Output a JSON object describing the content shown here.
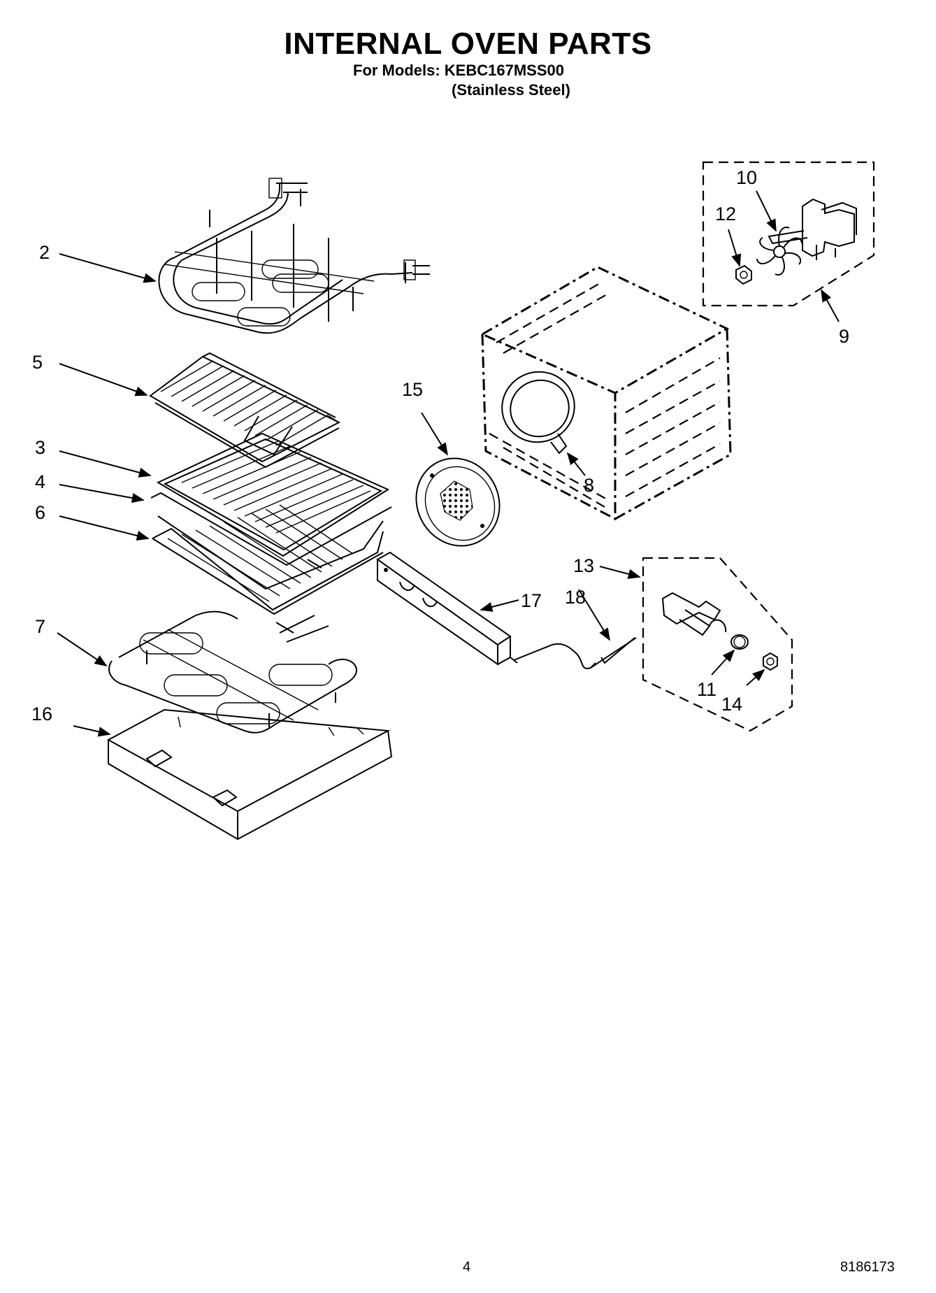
{
  "header": {
    "title": "INTERNAL OVEN PARTS",
    "models_line": "For Models: KEBC167MSS00",
    "finish_line": "(Stainless Steel)"
  },
  "parts": {
    "broil_element": "2",
    "broiler_pan": "3",
    "broiler_grid": "4",
    "oven_rack_top": "5",
    "oven_rack": "6",
    "bake_element": "7",
    "convection_element": "8",
    "convection_fan_assembly": "9",
    "fan_blade": "10",
    "washer": "11",
    "nut_fan": "12",
    "light_socket_assembly": "13",
    "nut_light": "14",
    "fan_cover": "15",
    "bake_element_cover": "16",
    "bracket": "17",
    "temperature_sensor": "18"
  },
  "footer": {
    "page_number": "4",
    "document_number": "8186173"
  }
}
